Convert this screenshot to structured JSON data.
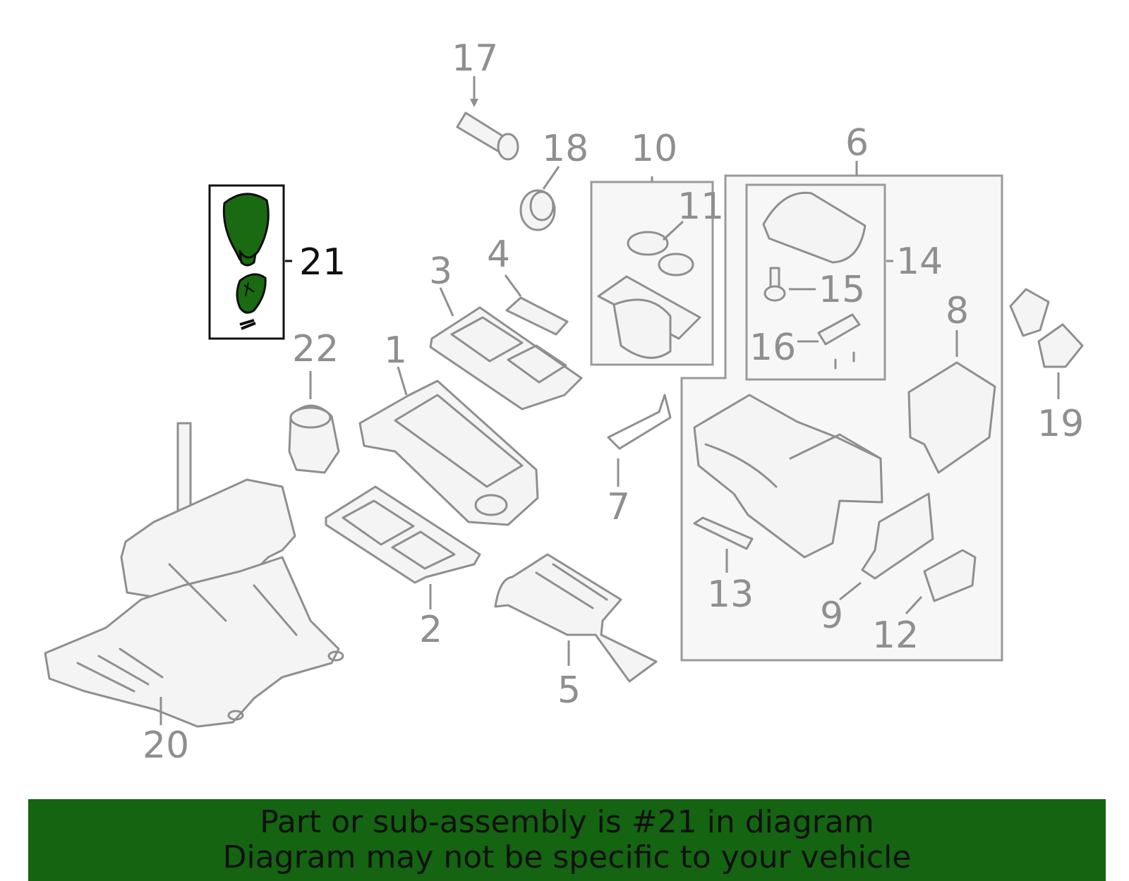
{
  "highlight_color": "#146412",
  "highlighted_part": "21",
  "callouts": {
    "c1": "1",
    "c2": "2",
    "c3": "3",
    "c4": "4",
    "c5": "5",
    "c6": "6",
    "c7": "7",
    "c8": "8",
    "c9": "9",
    "c10": "10",
    "c11": "11",
    "c12": "12",
    "c13": "13",
    "c14": "14",
    "c15": "15",
    "c16": "16",
    "c17": "17",
    "c18": "18",
    "c19": "19",
    "c20": "20",
    "c21": "21",
    "c22": "22"
  },
  "banner": {
    "line1": "Part or sub-assembly is #21 in diagram",
    "line2": "Diagram may not be specific to your vehicle"
  }
}
